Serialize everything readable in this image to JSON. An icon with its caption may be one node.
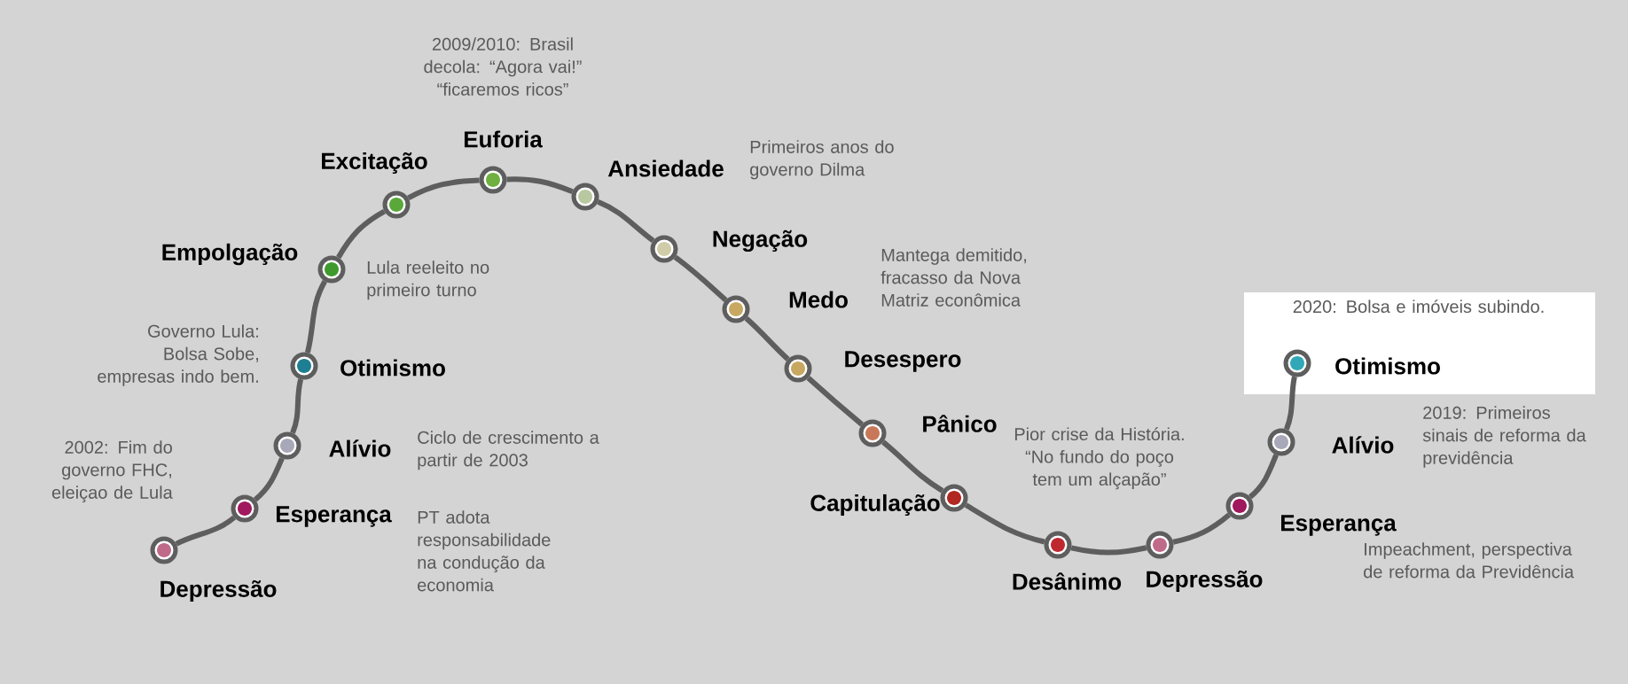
{
  "diagram": {
    "nodes": [
      {
        "text": [
          "Depressão"
        ]
      },
      {
        "text": [
          "Esperança"
        ]
      },
      {
        "text": [
          "Alívio"
        ]
      },
      {
        "text": [
          "Otimismo"
        ]
      },
      {
        "text": [
          "Empolgação"
        ]
      },
      {
        "text": [
          "Excitação"
        ]
      },
      {
        "text": [
          "Euforia"
        ]
      },
      {
        "text": [
          "Ansiedade"
        ]
      },
      {
        "text": [
          "Negação"
        ]
      },
      {
        "text": [
          "Medo"
        ]
      },
      {
        "text": [
          "Desespero"
        ]
      },
      {
        "text": [
          "Pânico"
        ]
      },
      {
        "text": [
          "Capitulação"
        ]
      },
      {
        "text": [
          "Desânimo"
        ]
      },
      {
        "text": [
          "Depressão"
        ]
      },
      {
        "text": [
          "Esperança"
        ]
      },
      {
        "text": [
          "Alívio"
        ]
      },
      {
        "text": [
          "Otimismo"
        ]
      }
    ],
    "edges": [
      {
        "from": 0,
        "to": 1,
        "arrow": "none"
      },
      {
        "from": 1,
        "to": 2,
        "arrow": "none"
      },
      {
        "from": 2,
        "to": 3,
        "arrow": "none"
      },
      {
        "from": 3,
        "to": 4,
        "arrow": "none"
      },
      {
        "from": 4,
        "to": 5,
        "arrow": "none"
      },
      {
        "from": 5,
        "to": 6,
        "arrow": "none"
      },
      {
        "from": 6,
        "to": 7,
        "arrow": "none"
      },
      {
        "from": 7,
        "to": 8,
        "arrow": "none"
      },
      {
        "from": 8,
        "to": 9,
        "arrow": "none"
      },
      {
        "from": 9,
        "to": 10,
        "arrow": "none"
      },
      {
        "from": 10,
        "to": 11,
        "arrow": "none"
      },
      {
        "from": 11,
        "to": 12,
        "arrow": "none"
      },
      {
        "from": 12,
        "to": 13,
        "arrow": "none"
      },
      {
        "from": 13,
        "to": 14,
        "arrow": "none"
      },
      {
        "from": 14,
        "to": 15,
        "arrow": "none"
      },
      {
        "from": 15,
        "to": 16,
        "arrow": "none"
      },
      {
        "from": 16,
        "to": 17,
        "arrow": "none"
      }
    ],
    "labels": [
      "2009/2010: Brasil decola: “Agora vai!” “ficaremos ricos”",
      "Primeiros anos do governo Dilma",
      "Mantega demitido, fracasso da Nova Matriz econômica",
      "Lula reeleito no primeiro turno",
      "2020: Bolsa e imóveis subindo.",
      "Governo Lula: Bolsa Sobe, empresas indo bem.",
      "2019: Primeiros sinais de reforma da previdência",
      "Ciclo de crescimento a partir de 2003",
      "2002: Fim do governo FHC, eleiçao de Lula",
      "Pior crise da História. “No fundo do poço tem um alçapão”",
      "PT adota responsabilidade na condução da economia",
      "Impeachment, perspectiva de reforma da Previdência"
    ]
  }
}
